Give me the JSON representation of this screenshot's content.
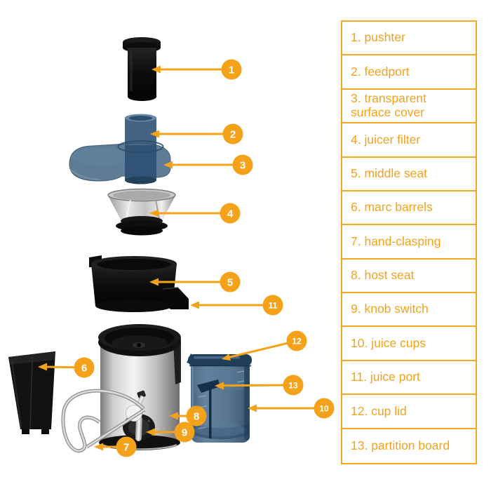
{
  "colors": {
    "accent": "#F5A21B",
    "table_border": "#F5A623",
    "part_blue": "#3F5F7E",
    "part_black": "#111111",
    "part_steel": "#D9D9D9"
  },
  "legend": {
    "items": [
      "1. pushter",
      "2. feedport",
      "3. transparent surface cover",
      "4. juicer filter",
      "5. middle seat",
      "6. marc barrels",
      "7. hand-clasping",
      "8. host seat",
      "9. knob switch",
      "10. juice cups",
      "11. juice port",
      "12. cup lid",
      "13. partition board"
    ]
  },
  "markers": [
    "1",
    "2",
    "3",
    "4",
    "5",
    "6",
    "7",
    "8",
    "9",
    "10",
    "11",
    "12",
    "13"
  ]
}
